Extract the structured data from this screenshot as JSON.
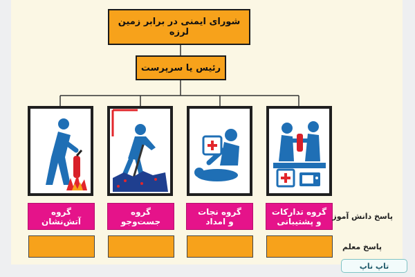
{
  "chart": {
    "root": "شورای ایمنی در برابر زمین لرزه",
    "leader": "رئیس یا سرپرست",
    "groups": [
      {
        "line1": "گروه",
        "line2": "آتش‌نشان",
        "icon": "firefighter-icon"
      },
      {
        "line1": "گروه",
        "line2": "جست‌وجو",
        "icon": "search-rescue-icon"
      },
      {
        "line1": "گروه نجات",
        "line2": "و امداد",
        "icon": "first-aid-icon"
      },
      {
        "line1": "گروه تدارکات",
        "line2": "و پشتیبانی",
        "icon": "logistics-support-icon"
      }
    ]
  },
  "side_labels": {
    "student": "پاسخ دانش آموز",
    "teacher": "پاسخ معلم"
  },
  "badge": "تاپ ناپ",
  "colors": {
    "orange": "#f7a21b",
    "magenta": "#e5138a",
    "figure_blue": "#1f6fb5",
    "background": "#fbf7e4"
  }
}
